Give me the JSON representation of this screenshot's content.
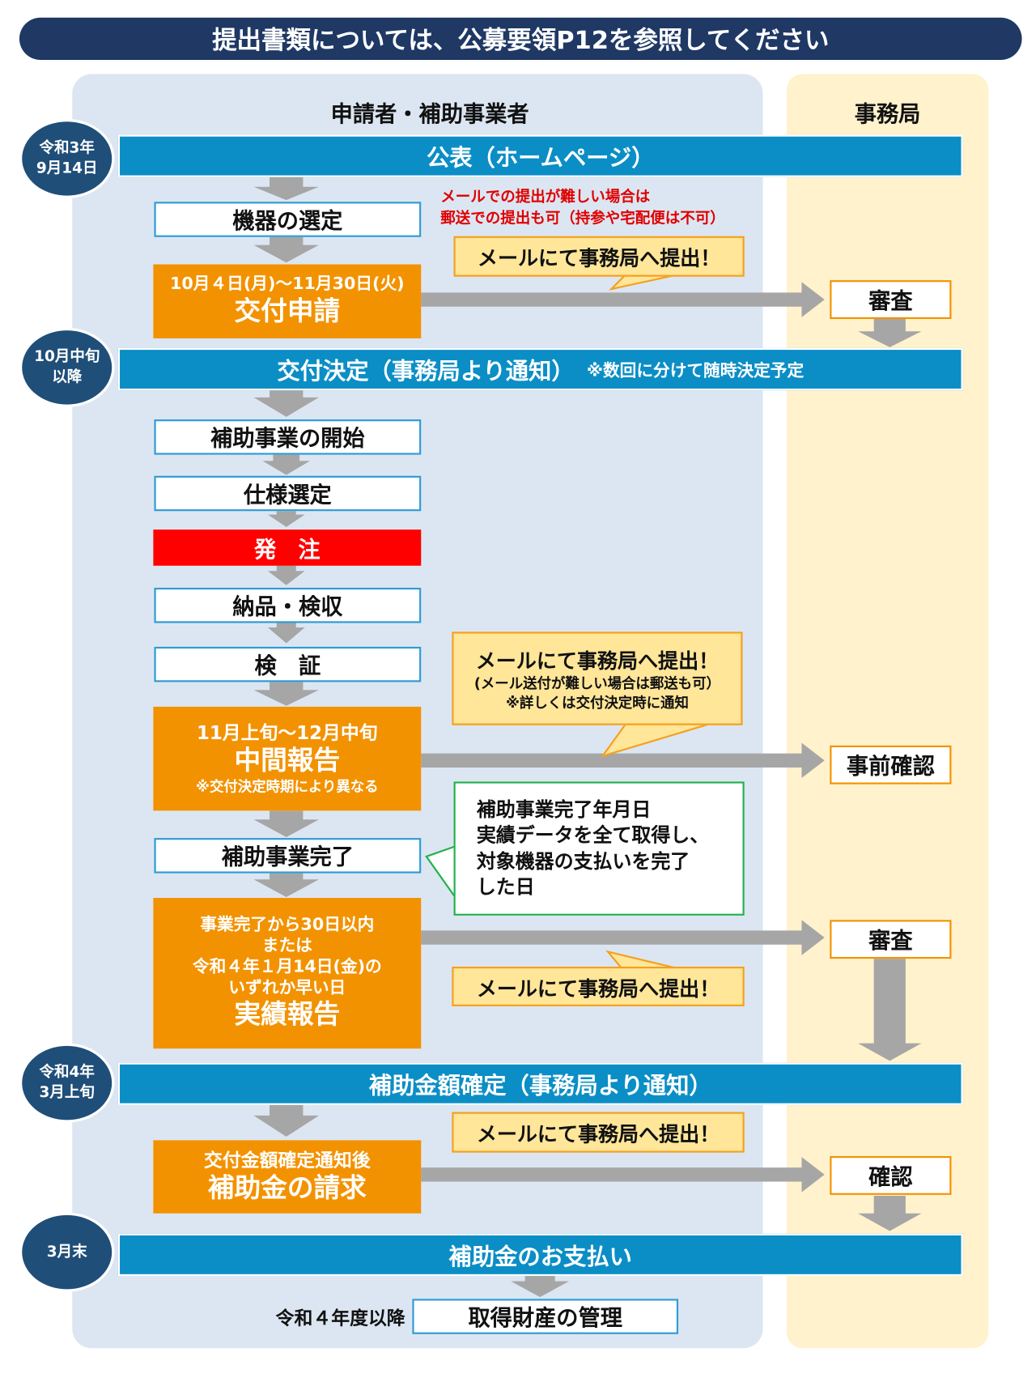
{
  "title": "提出書類については、公募要領P12を参照してください",
  "lanes": {
    "applicant": "申請者・補助事業者",
    "secretariat": "事務局"
  },
  "timeline": [
    {
      "line1": "令和3年",
      "line2": "9月14日"
    },
    {
      "line1": "10月中旬",
      "line2": "以降"
    },
    {
      "line1": "令和4年",
      "line2": "3月上旬"
    },
    {
      "line1": "3月末",
      "line2": ""
    }
  ],
  "bars": {
    "publish": "公表（ホームページ）",
    "decision": "交付決定（事務局より通知）",
    "decision_note": "※数回に分けて随時決定予定",
    "amount": "補助金額確定（事務局より通知）",
    "payment": "補助金のお支払い"
  },
  "steps": {
    "select_equipment": "機器の選定",
    "application_period": "10月４日(月)～11月30日(火)",
    "application": "交付申請",
    "start": "補助事業の開始",
    "spec": "仕様選定",
    "order": "発　注",
    "delivery": "納品・検収",
    "verify": "検　証",
    "interim_period": "11月上旬～12月中旬",
    "interim": "中間報告",
    "interim_note": "※交付決定時期により異なる",
    "complete": "補助事業完了",
    "result_l1": "事業完了から30日以内",
    "result_l2": "または",
    "result_l3": "令和４年１月14日(金)の",
    "result_l4": "いずれか早い日",
    "result": "実績報告",
    "claim_pre": "交付金額確定通知後",
    "claim": "補助金の請求",
    "after_label": "令和４年度以降",
    "asset": "取得財産の管理"
  },
  "secretariat": {
    "review1": "審査",
    "precheck": "事前確認",
    "review2": "審査",
    "confirm": "確認"
  },
  "notes": {
    "mail_note_l1": "メールでの提出が難しい場合は",
    "mail_note_l2": "郵送での提出も可（持参や宅配便は不可）",
    "submit": "メールにて事務局へ提出！",
    "submit_sub1": "(メール送付が難しい場合は郵送も可）",
    "submit_sub2": "※詳しくは交付決定時に通知",
    "complete_def_l1": "補助事業完了年月日",
    "complete_def_l2": "実績データを全て取得し、",
    "complete_def_l3": "対象機器の支払いを完了",
    "complete_def_l4": "した日"
  },
  "colors": {
    "navy": "#1f3864",
    "blue_bar": "#0b8ec6",
    "orange": "#f39200",
    "red": "#ff0000",
    "callout": "#ffe699",
    "arrow": "#a6a6a6"
  }
}
